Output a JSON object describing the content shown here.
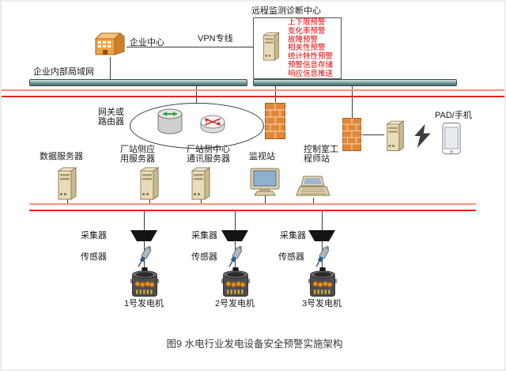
{
  "caption": "图9 水电行业发电设备安全预警实施架构",
  "colors": {
    "warning_text": "#e00000",
    "bus_red": "#e8250f",
    "bus_teal": "#3f6666",
    "firewall_orange": "#e2873a"
  },
  "remote_center": {
    "title": "远程监测诊断中心",
    "warnings": [
      "上下限预警",
      "变化率预警",
      "故障预警",
      "相关性预警",
      "统计特性预警",
      "预警信息存储",
      "响应信息推送"
    ]
  },
  "labels": {
    "enterprise_center": "企业中心",
    "vpn": "VPN专线",
    "lan": "企业内部局域网",
    "gateway": "网关或路由器",
    "pad": "PAD/手机",
    "data_server": "数据服务器",
    "app_server": "厂站侧应用服务器",
    "comm_server": "厂站侧中心通讯服务器",
    "monitor_station": "监视站",
    "engineer_station": "控制室工程师站",
    "collector": "采集器",
    "sensor": "传感器"
  },
  "generators": [
    "1号发电机",
    "2号发电机",
    "3号发电机"
  ],
  "icons": {
    "building-icon": "enterprise-building",
    "server-icon": "server-tower",
    "router-icon": "router-cylinder",
    "firewall-icon": "brick-firewall",
    "monitor-icon": "crt-monitor",
    "laptop-icon": "laptop-workstation",
    "collector-icon": "black-trapezoid-collector",
    "sensor-icon": "probe-sensor",
    "generator-icon": "generator-drum",
    "phone-icon": "pad-phone",
    "lightning-icon": "wireless-lightning"
  }
}
